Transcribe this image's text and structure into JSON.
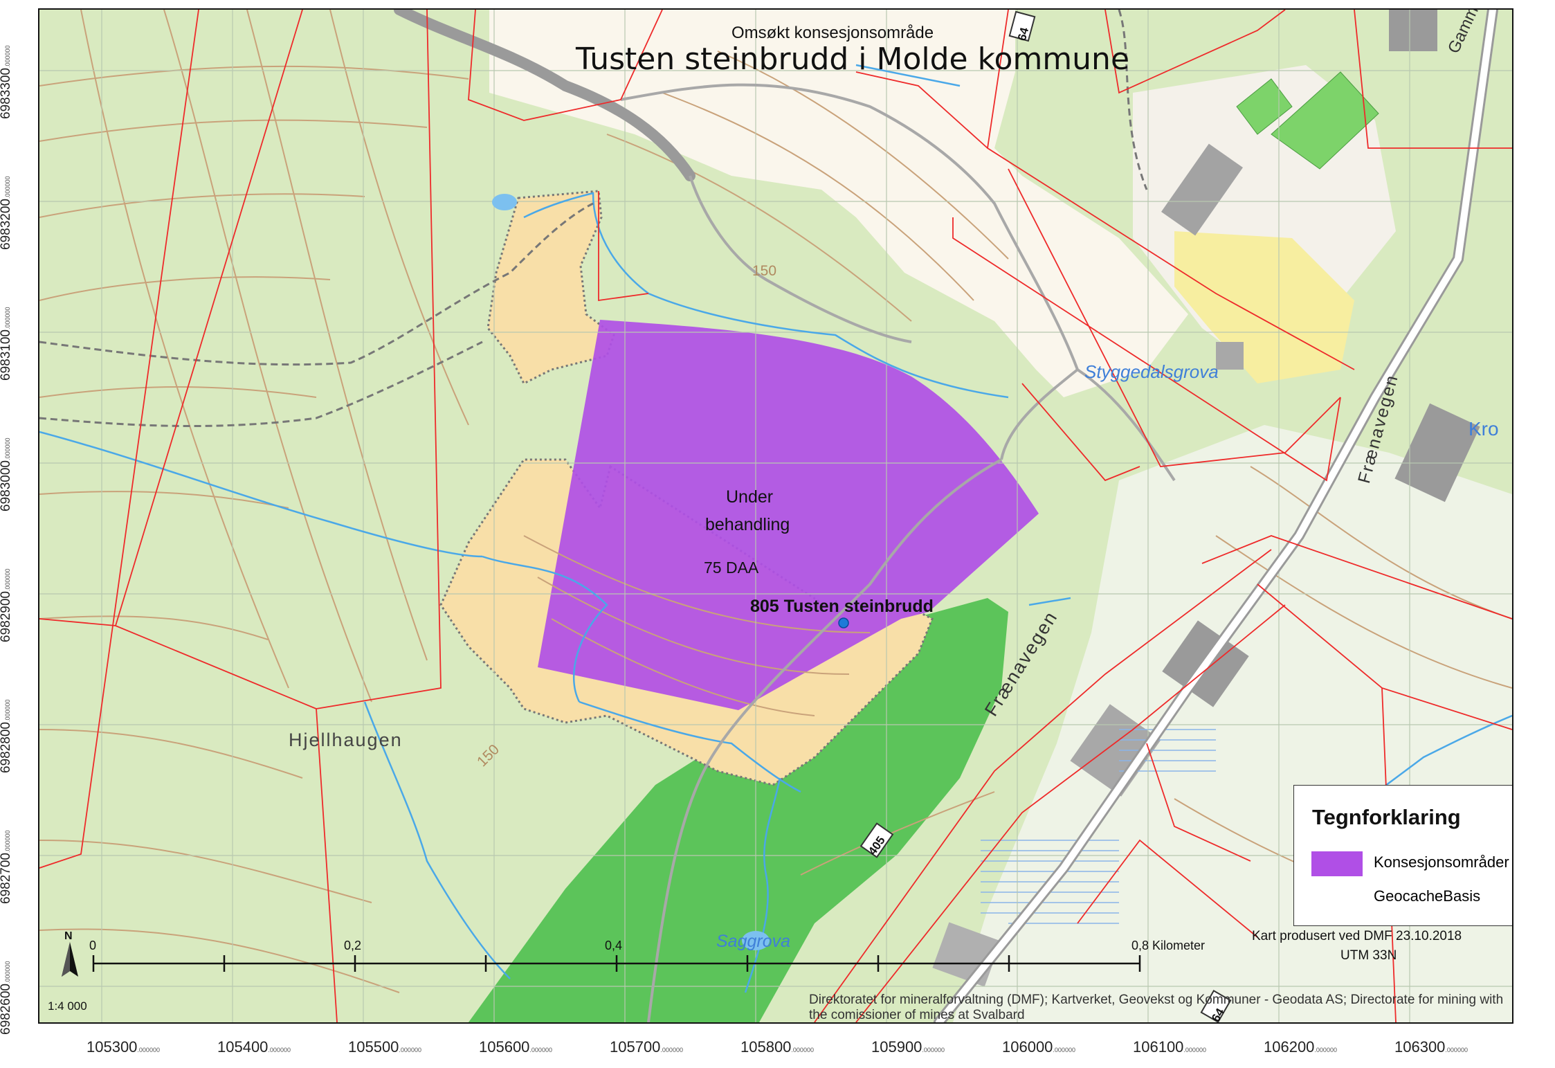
{
  "map": {
    "subtitle": "Omsøkt konsesjonsområde",
    "title": "Tusten steinbrudd i Molde kommune",
    "area_labels": {
      "status_line1": "Under",
      "status_line2": "behandling",
      "area": "75 DAA",
      "site": "805 Tusten steinbrudd"
    },
    "place_labels": {
      "hjellhaugen": "Hjellhaugen",
      "fraenavegen_1": "Frænavegen",
      "fraenavegen_2": "Frænavegen",
      "styggedalsgrova": "Styggedalsgrova",
      "saggrova": "Saggrova",
      "kro": "Kro",
      "gamm": "Gamm",
      "contour_150_a": "150",
      "contour_150_b": "150",
      "road_405": "405",
      "road_64_top": "64",
      "road_64_bottom": "64"
    },
    "y_axis": [
      {
        "value": "6983300",
        "suffix": ".000000"
      },
      {
        "value": "6983200",
        "suffix": ".000000"
      },
      {
        "value": "6983100",
        "suffix": ".000000"
      },
      {
        "value": "6983000",
        "suffix": ".000000"
      },
      {
        "value": "6982900",
        "suffix": ".000000"
      },
      {
        "value": "6982800",
        "suffix": ".000000"
      },
      {
        "value": "6982700",
        "suffix": ".000000"
      },
      {
        "value": "6982600",
        "suffix": ".000000"
      }
    ],
    "x_axis": [
      {
        "value": "105300",
        "suffix": ".000000"
      },
      {
        "value": "105400",
        "suffix": ".000000"
      },
      {
        "value": "105500",
        "suffix": ".000000"
      },
      {
        "value": "105600",
        "suffix": ".000000"
      },
      {
        "value": "105700",
        "suffix": ".000000"
      },
      {
        "value": "105800",
        "suffix": ".000000"
      },
      {
        "value": "105900",
        "suffix": ".000000"
      },
      {
        "value": "106000",
        "suffix": ".000000"
      },
      {
        "value": "106100",
        "suffix": ".000000"
      },
      {
        "value": "106200",
        "suffix": ".000000"
      },
      {
        "value": "106300",
        "suffix": ".000000"
      }
    ],
    "scale_bar": {
      "labels": [
        "0",
        "0,2",
        "0,4",
        "0,8 Kilometer"
      ],
      "ratio": "1:4 000",
      "north": "N"
    },
    "legend": {
      "title": "Tegnforklaring",
      "items": [
        {
          "label": "Konsesjonsområder",
          "color": "#b04fe6"
        },
        {
          "label": "GeocacheBasis"
        }
      ]
    },
    "credits": {
      "produced": "Kart produsert ved DMF 23.10.2018",
      "projection": "UTM 33N",
      "attribution": "Direktoratet for mineralforvaltning (DMF); Kartverket, Geovekst og Kommuner - Geodata AS; Directorate for mining with the comissioner of mines at Svalbard"
    },
    "colors": {
      "concession": "#b04fe6",
      "quarry_area": "#f8dfa8",
      "forest": "#5cc45a",
      "open_land": "#fbf7ee",
      "cadastre": "#ee2a2a",
      "contour": "#c9a27a",
      "stream": "#4aa8e8"
    }
  }
}
